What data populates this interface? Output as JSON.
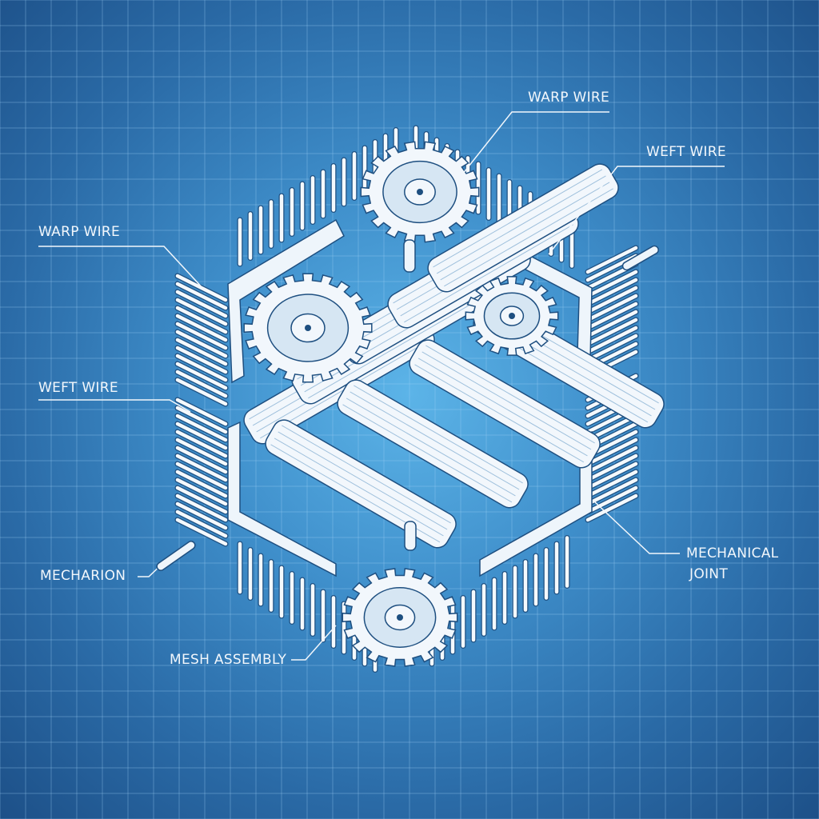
{
  "colors": {
    "background_center": "#5cb4e8",
    "background_edge": "#1d5088",
    "linework": "#ffffff",
    "grid": "#8cc4ea"
  },
  "labels": {
    "warp_wire_top": "WARP WIRE",
    "weft_wire_right": "WEFT WIRE",
    "warp_wire_left": "WARP WIRE",
    "weft_wire_left": "WEFT WIRE",
    "mecharion": "MECHARION",
    "mesh_assembly": "MESH ASSEMBLY",
    "mechanical_joint_line1": "MECHANICAL",
    "mechanical_joint_line2": "JOINT"
  }
}
